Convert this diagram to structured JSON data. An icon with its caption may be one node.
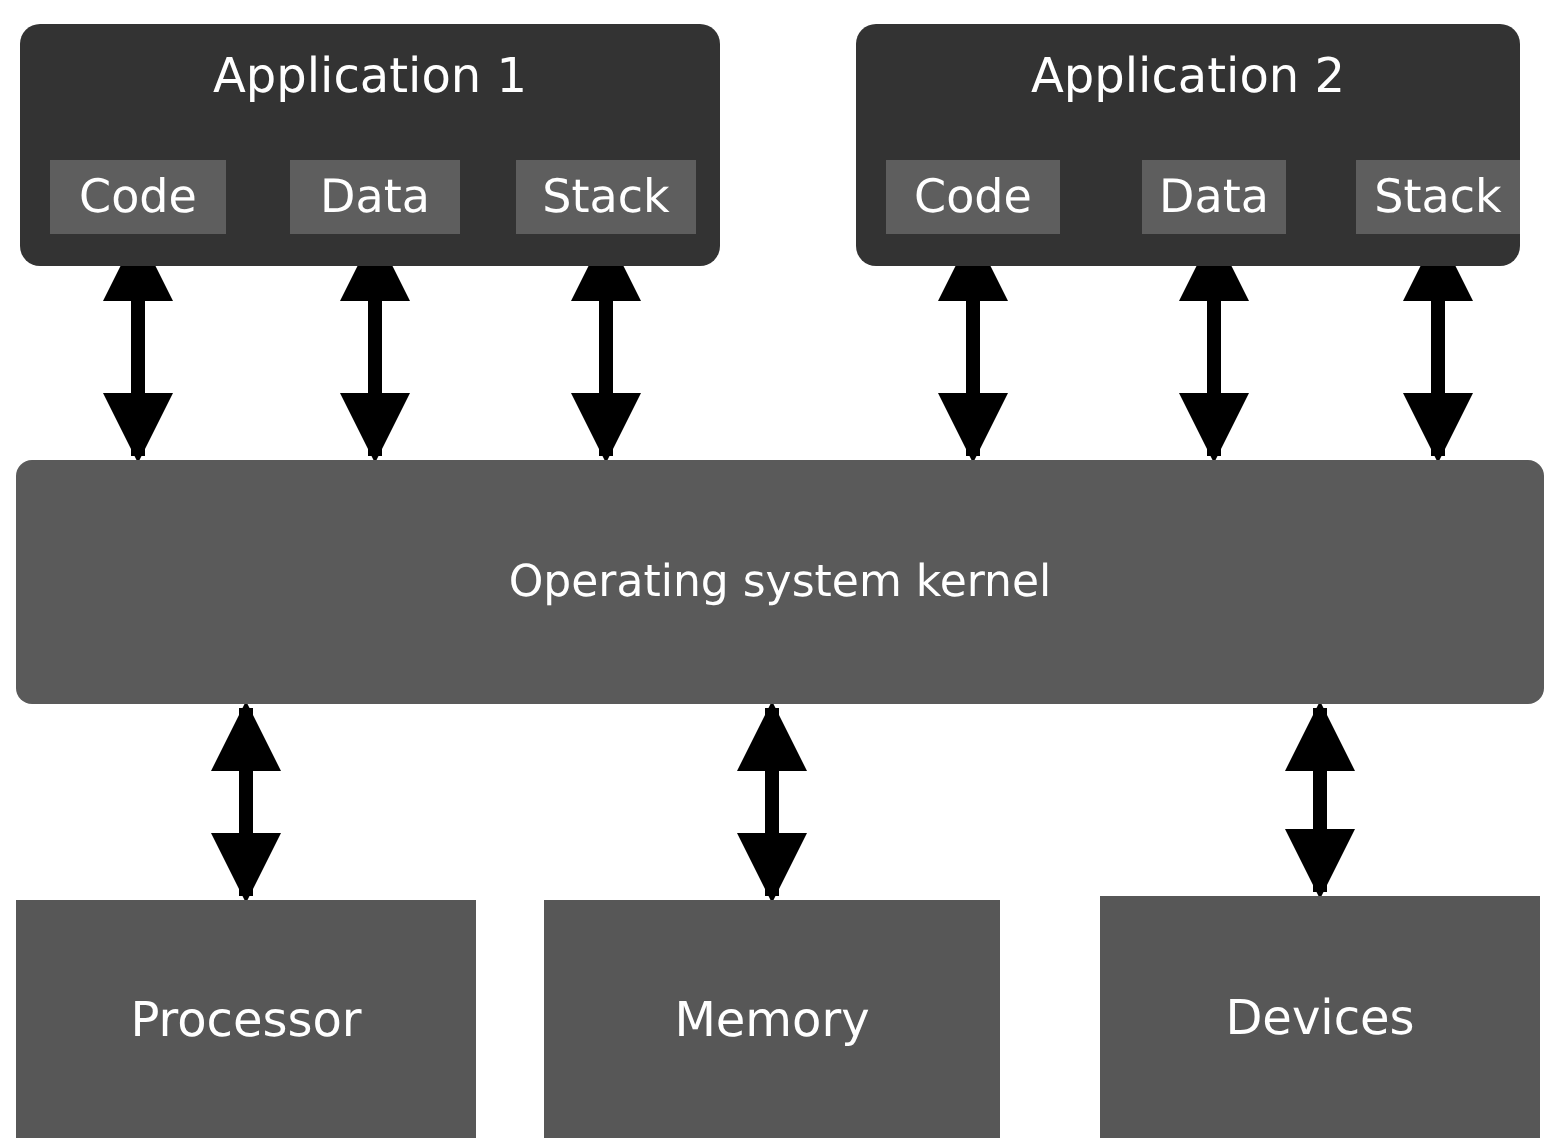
{
  "diagram": {
    "nodes": [
      {
        "text": [
          "Application 1"
        ]
      },
      {
        "text": [
          "Code"
        ],
        "in": 0
      },
      {
        "text": [
          "Data"
        ],
        "in": 0
      },
      {
        "text": [
          "Stack"
        ],
        "in": 0
      },
      {
        "text": [
          "Application 2"
        ]
      },
      {
        "text": [
          "Code"
        ],
        "in": 4
      },
      {
        "text": [
          "Data"
        ],
        "in": 4
      },
      {
        "text": [
          "Stack"
        ],
        "in": 4
      },
      {
        "text": [
          "Operating system kernel"
        ]
      },
      {
        "text": [
          "Processor"
        ]
      },
      {
        "text": [
          "Memory"
        ]
      },
      {
        "text": [
          "Devices"
        ]
      }
    ],
    "edges": [
      {
        "from": 1,
        "to": 8,
        "arrow": "both"
      },
      {
        "from": 2,
        "to": 8,
        "arrow": "both"
      },
      {
        "from": 3,
        "to": 8,
        "arrow": "both"
      },
      {
        "from": 5,
        "to": 8,
        "arrow": "both"
      },
      {
        "from": 6,
        "to": 8,
        "arrow": "both"
      },
      {
        "from": 7,
        "to": 8,
        "arrow": "both"
      },
      {
        "from": 8,
        "to": 9,
        "arrow": "both"
      },
      {
        "from": 8,
        "to": 10,
        "arrow": "both"
      },
      {
        "from": 8,
        "to": 11,
        "arrow": "both"
      }
    ]
  }
}
